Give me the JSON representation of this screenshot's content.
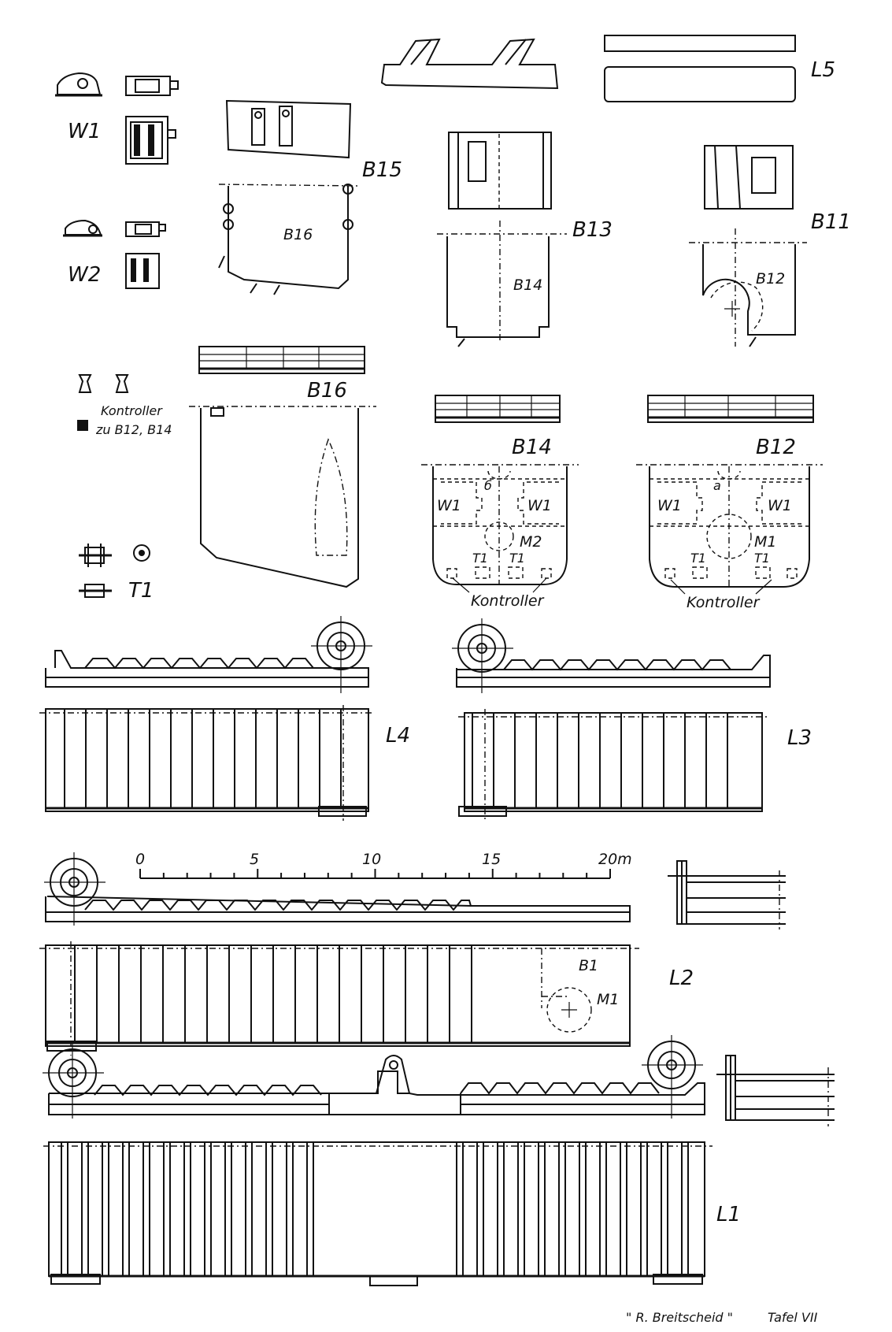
{
  "labels": {
    "w1": "W1",
    "w2": "W2",
    "t1": "T1",
    "l1": "L1",
    "l2": "L2",
    "l3": "L3",
    "l4": "L4",
    "l5": "L5",
    "b11": "B11",
    "b12_top": "B12",
    "b13": "B13",
    "b14_top": "B14",
    "b15": "B15",
    "b16_top": "B16",
    "b16_side": "B16",
    "b12_side": "B12",
    "b14_side": "B14",
    "b1": "B1",
    "m1_b12": "M1",
    "m2_b14": "M2",
    "m1_l2": "M1",
    "w1_b14_left": "W1",
    "w1_b14_right": "W1",
    "w1_b12_left": "W1",
    "w1_b12_right": "W1",
    "t1_b14_a": "T1",
    "t1_b14_b": "T1",
    "t1_b12_a": "T1",
    "t1_b12_b": "T1",
    "mark_b14": "б",
    "mark_b12": "a",
    "kontroller_b14": "Kontroller",
    "kontroller_b12": "Kontroller",
    "kontroller_note_1": "Kontroller",
    "kontroller_note_2": "zu B12, B14"
  },
  "scale": {
    "ticks": [
      "0",
      "5",
      "10",
      "15",
      "20m"
    ]
  },
  "footer": {
    "caption": "\" R. Breitscheid \"",
    "plate": "Tafel VII"
  }
}
